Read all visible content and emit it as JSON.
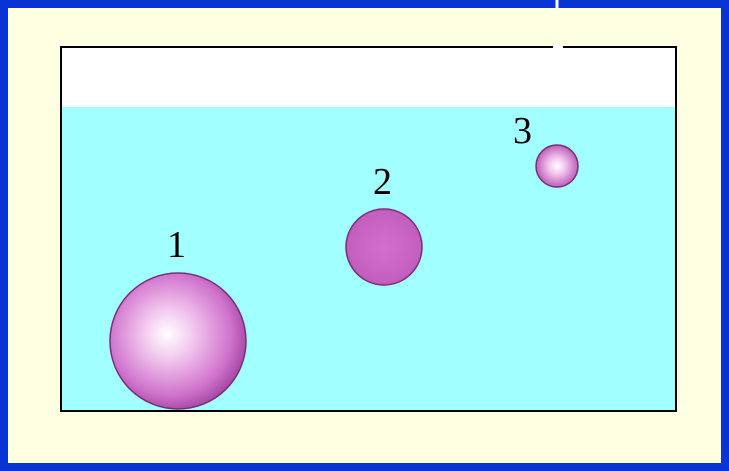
{
  "colors": {
    "border": "#0a33d6",
    "background": "#ffffe2",
    "water": "#a2ffff",
    "tank_air": "#ffffff",
    "tank_outline": "#000000",
    "sphere_outline": "#7a2e79"
  },
  "spheres": [
    {
      "label": "1",
      "relative_size": "large"
    },
    {
      "label": "2",
      "relative_size": "medium"
    },
    {
      "label": "3",
      "relative_size": "small"
    }
  ]
}
